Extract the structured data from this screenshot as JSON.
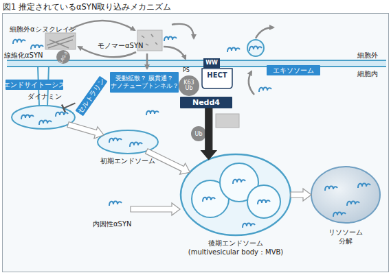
{
  "diagram": {
    "title": "図1 推定されているαSYN取り込みメカニズム",
    "nodes": [
      {
        "text": [
          "LAG-3"
        ]
      },
      {
        "text": [
          "エンドサイトーシス"
        ]
      },
      {
        "text": [
          "ダイナミン"
        ]
      },
      {
        "text": [
          "セルトラリン"
        ]
      },
      {
        "text": [
          "受動拡散？ 膜貫通？ ナノチューブトンネル？"
        ]
      },
      {
        "text": [
          "WW",
          "HECT"
        ]
      },
      {
        "text": [
          "K63 Ub"
        ]
      },
      {
        "text": [
          "Nedd4"
        ]
      },
      {
        "text": [
          "Ub"
        ]
      },
      {
        "text": [
          "エキソソーム"
        ]
      },
      {
        "text": [
          "初期エンドソーム"
        ]
      },
      {
        "text": [
          "後期エンドソーム (multivesicular body：MVB)"
        ]
      },
      {
        "text": [
          "リソソーム 分解"
        ]
      }
    ],
    "edges": [
      {
        "from": 2,
        "to": 10,
        "arrow": "to"
      },
      {
        "from": 10,
        "to": 11,
        "arrow": "to"
      },
      {
        "from": 11,
        "to": 12,
        "arrow": "to"
      },
      {
        "from": 7,
        "to": 11,
        "arrow": "to"
      },
      {
        "from": 3,
        "to": 2,
        "arrow": "to"
      }
    ],
    "labels": [
      "細胞外αシヌクレイン",
      "細胞外",
      "細胞内",
      "線維化αSYN",
      "モノマーαSYN",
      "PS",
      "内因性αSYN"
    ]
  }
}
